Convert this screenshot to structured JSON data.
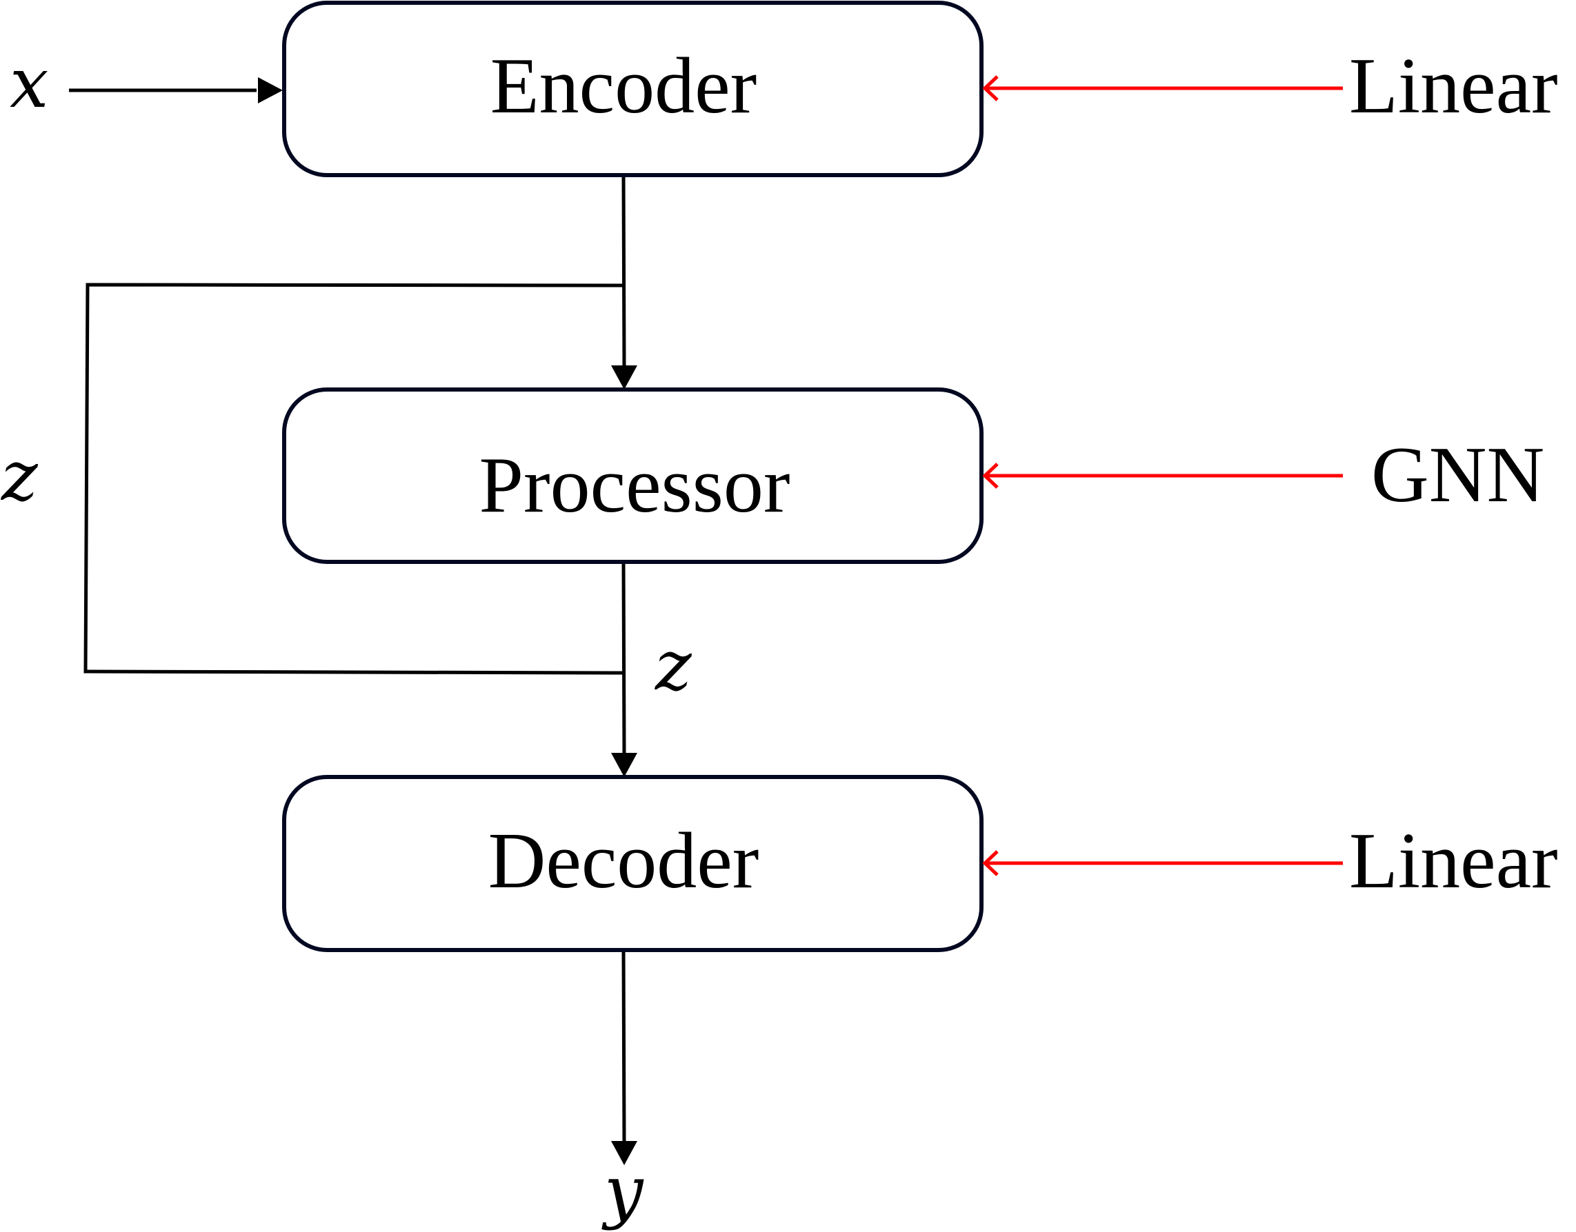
{
  "diagram": {
    "blocks": [
      {
        "id": "encoder",
        "label": "Encoder"
      },
      {
        "id": "processor",
        "label": "Processor"
      },
      {
        "id": "decoder",
        "label": "Decoder"
      }
    ],
    "implementations": [
      {
        "target": "encoder",
        "label": "Linear"
      },
      {
        "target": "processor",
        "label": "GNN"
      },
      {
        "target": "decoder",
        "label": "Linear"
      }
    ],
    "variables": {
      "input": "x",
      "output": "y",
      "latent_loop": "z",
      "latent_mid": "z"
    },
    "colors": {
      "box_stroke": "#020820",
      "edge": "#000000",
      "implementation_edge": "#ff0000"
    }
  }
}
